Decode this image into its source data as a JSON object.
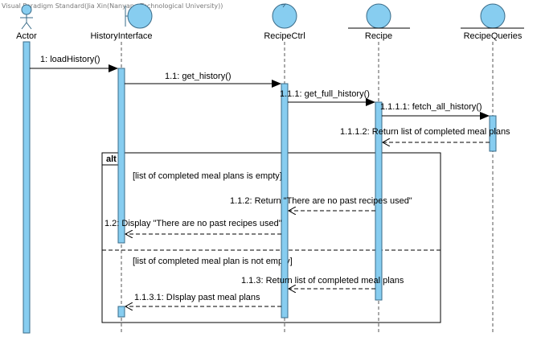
{
  "watermark": "Visual Paradigm Standard(Jia Xin(Nanyang Technological University))",
  "colors": {
    "lifeline_fill": "#87cdf0",
    "lifeline_stroke": "#3a6b88",
    "activation_fill": "#87cdf0",
    "line": "#000000"
  },
  "participants": [
    {
      "id": "actor",
      "label": "Actor",
      "kind": "actor",
      "icon": "actor-icon"
    },
    {
      "id": "history_interface",
      "label": "HistoryInterface",
      "kind": "boundary",
      "icon": "boundary-icon"
    },
    {
      "id": "recipe_ctrl",
      "label": "RecipeCtrl",
      "kind": "control",
      "icon": "control-icon"
    },
    {
      "id": "recipe",
      "label": "Recipe",
      "kind": "entity",
      "icon": "entity-icon"
    },
    {
      "id": "recipe_queries",
      "label": "RecipeQueries",
      "kind": "entity",
      "icon": "entity-icon"
    }
  ],
  "messages": [
    {
      "id": "m1",
      "label": "1: loadHistory()",
      "from": "actor",
      "to": "history_interface",
      "type": "sync"
    },
    {
      "id": "m11",
      "label": "1.1: get_history()",
      "from": "history_interface",
      "to": "recipe_ctrl",
      "type": "sync"
    },
    {
      "id": "m111",
      "label": "1.1.1: get_full_history()",
      "from": "recipe_ctrl",
      "to": "recipe",
      "type": "sync"
    },
    {
      "id": "m1111",
      "label": "1.1.1.1: fetch_all_history()",
      "from": "recipe",
      "to": "recipe_queries",
      "type": "sync"
    },
    {
      "id": "m1112",
      "label": "1.1.1.2: Return list of completed meal plans",
      "from": "recipe_queries",
      "to": "recipe",
      "type": "return"
    },
    {
      "id": "m112",
      "label": "1.1.2: Return \"There are no past recipes used\"",
      "from": "recipe",
      "to": "recipe_ctrl",
      "type": "return"
    },
    {
      "id": "m12",
      "label": "1.2: Display \"There are no past recipes used\"",
      "from": "recipe_ctrl",
      "to": "history_interface",
      "type": "return"
    },
    {
      "id": "m113",
      "label": "1.1.3: Return list of completed meal plans",
      "from": "recipe",
      "to": "recipe_ctrl",
      "type": "return"
    },
    {
      "id": "m1131",
      "label": "1.1.3.1: DIsplay past meal plans",
      "from": "recipe_ctrl",
      "to": "history_interface",
      "type": "return"
    }
  ],
  "fragment": {
    "operator": "alt",
    "guards": [
      "[list of completed meal plans is empty]",
      "[list of completed meal plan is not empty]"
    ]
  }
}
